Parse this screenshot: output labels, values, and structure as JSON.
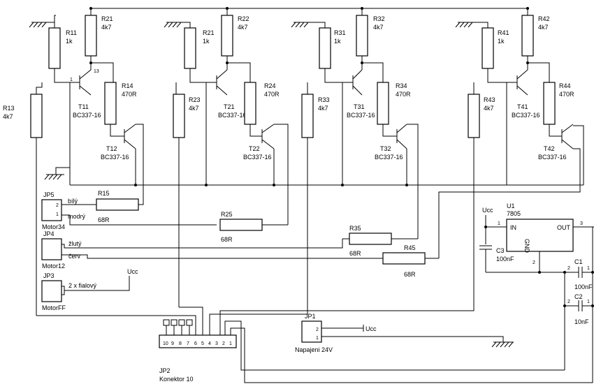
{
  "stages": [
    {
      "r_top": {
        "ref": "R21",
        "val": "4k7"
      },
      "r_bias": {
        "ref": "R11",
        "val": "1k"
      },
      "r_base": {
        "ref": "R13",
        "val": "4k7"
      },
      "r_coll": {
        "ref": "R14",
        "val": "470R"
      },
      "t1": {
        "ref": "T11",
        "type": "BC337-16"
      },
      "t2": {
        "ref": "T12",
        "type": "BC337-16"
      }
    },
    {
      "r_top": {
        "ref": "R22",
        "val": "4k7"
      },
      "r_bias": {
        "ref": "R21",
        "val": "1k"
      },
      "r_base": {
        "ref": "R23",
        "val": "4k7"
      },
      "r_coll": {
        "ref": "R24",
        "val": "470R"
      },
      "t1": {
        "ref": "T21",
        "type": "BC337-16"
      },
      "t2": {
        "ref": "T22",
        "type": "BC337-16"
      }
    },
    {
      "r_top": {
        "ref": "R32",
        "val": "4k7"
      },
      "r_bias": {
        "ref": "R31",
        "val": "1k"
      },
      "r_base": {
        "ref": "R33",
        "val": "4k7"
      },
      "r_coll": {
        "ref": "R34",
        "val": "470R"
      },
      "t1": {
        "ref": "T31",
        "type": "BC337-16"
      },
      "t2": {
        "ref": "T32",
        "type": "BC337-16"
      }
    },
    {
      "r_top": {
        "ref": "R42",
        "val": "4k7"
      },
      "r_bias": {
        "ref": "R41",
        "val": "1k"
      },
      "r_base": {
        "ref": "R43",
        "val": "4k7"
      },
      "r_coll": {
        "ref": "R44",
        "val": "470R"
      },
      "t1": {
        "ref": "T41",
        "type": "BC337-16"
      },
      "t2": {
        "ref": "T42",
        "type": "BC337-16"
      }
    }
  ],
  "pin_labels": {
    "p1": "1",
    "p2": "2",
    "p3": "3",
    "p13": "13"
  },
  "series_resistors": [
    {
      "ref": "R15",
      "val": "68R"
    },
    {
      "ref": "R25",
      "val": "68R"
    },
    {
      "ref": "R35",
      "val": "68R"
    },
    {
      "ref": "R45",
      "val": "68R"
    }
  ],
  "jp5": {
    "ref": "JP5",
    "name": "Motor34",
    "wire1": "bílý",
    "wire2": "modrý"
  },
  "jp4": {
    "ref": "JP4",
    "name": "Motor12",
    "wire1": "žlutý",
    "wire2": "červ"
  },
  "jp3": {
    "ref": "JP3",
    "name": "MotorFF",
    "wire1": "2 x fialový"
  },
  "jp1": {
    "ref": "JP1",
    "name": "Napajeni 24V"
  },
  "jp2": {
    "ref": "JP2",
    "name": "Konektor 10",
    "pins": [
      "10",
      "9",
      "8",
      "7",
      "6",
      "5",
      "4",
      "3",
      "2",
      "1"
    ]
  },
  "regulator": {
    "ref": "U1",
    "type": "7805",
    "in_label": "IN",
    "out_label": "OUT",
    "gnd_label": "GND"
  },
  "capacitors": [
    {
      "ref": "C3",
      "val": "100nF"
    },
    {
      "ref": "C1",
      "val": "100nF"
    },
    {
      "ref": "C2",
      "val": "10nF"
    }
  ],
  "ucc_label": "Ucc"
}
